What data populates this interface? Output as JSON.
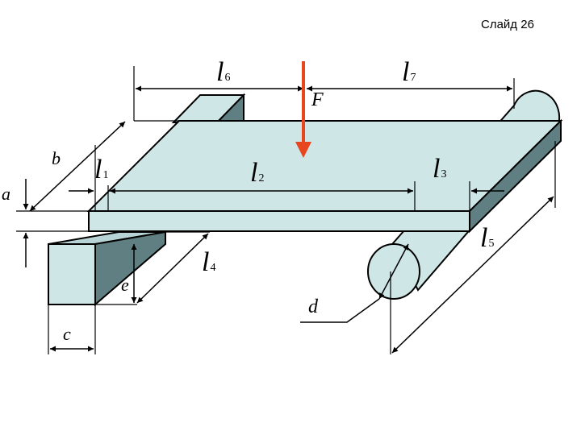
{
  "slide": {
    "title": "Слайд 26"
  },
  "colors": {
    "fill_light": "#cfe6e7",
    "fill_mid": "#b8d3d5",
    "fill_dark": "#5f7f82",
    "stroke": "#000000",
    "force": "#e8461e"
  },
  "labels": {
    "l1": {
      "letter": "l",
      "sub": "1"
    },
    "l2": {
      "letter": "l",
      "sub": "2"
    },
    "l3": {
      "letter": "l",
      "sub": "3"
    },
    "l4": {
      "letter": "l",
      "sub": "4"
    },
    "l5": {
      "letter": "l",
      "sub": "5"
    },
    "l6": {
      "letter": "l",
      "sub": "6"
    },
    "l7": {
      "letter": "l",
      "sub": "7"
    },
    "a": "a",
    "b": "b",
    "c": "c",
    "d": "d",
    "e": "e",
    "F": "F"
  }
}
